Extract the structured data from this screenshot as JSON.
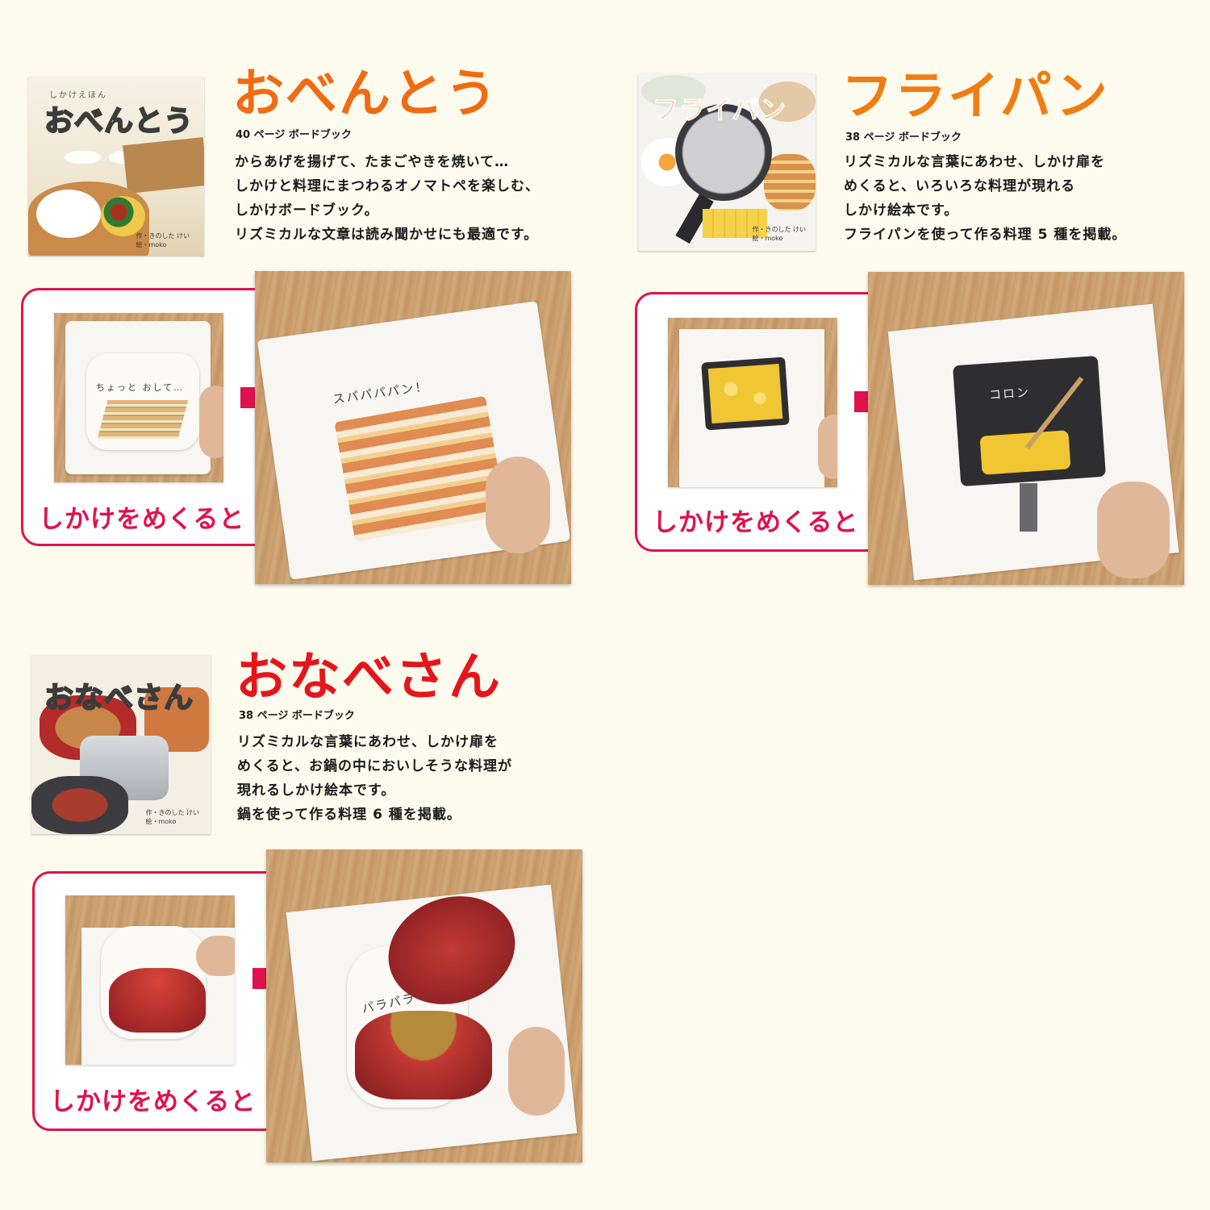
{
  "flip_label": "しかけをめくると",
  "colors": {
    "accent": "#e0124e",
    "bento_title": "#f06b13",
    "frypan_title": "#f07d14",
    "pot_title": "#e4161c",
    "background": "#fdfbed"
  },
  "products": {
    "bento": {
      "title": "おべんとう",
      "meta": "40 ページ ボードブック",
      "cover_series": "しかけえほん",
      "cover_title": "おべんとう",
      "cover_credit": [
        "作・きのした けい",
        "絵・moko"
      ],
      "desc": [
        "からあげを揚げて、たまごやきを焼いて…",
        "しかけと料理にまつわるオノマトペを楽しむ、",
        "しかけボードブック。",
        "リズミカルな文章は読み聞かせにも最適です。"
      ],
      "sfx_before": "ちょっと おして…",
      "sfx_after": "スパパパパン！",
      "arrow_icon": "right-arrow-icon"
    },
    "frypan": {
      "title": "フライパン",
      "meta": "38 ページ ボードブック",
      "cover_title": "フライパン",
      "cover_credit": [
        "作・きのした けい",
        "絵・moko"
      ],
      "desc": [
        "リズミカルな言葉にあわせ、しかけ扉を",
        "めくると、いろいろな料理が現れる",
        "しかけ絵本です。",
        "フライパンを使って作る料理 5 種を掲載。"
      ],
      "sfx_after": "コロン",
      "arrow_icon": "right-arrow-icon"
    },
    "pot": {
      "title": "おなべさん",
      "meta": "38 ページ ボードブック",
      "cover_title": "おなべさん",
      "cover_credit": [
        "作・きのした けい",
        "絵・moko"
      ],
      "desc": [
        "リズミカルな言葉にあわせ、しかけ扉を",
        "めくると、お鍋の中においしそうな料理が",
        "現れるしかけ絵本です。",
        "鍋を使って作る料理 6 種を掲載。"
      ],
      "sfx_after": "パラパラ",
      "arrow_icon": "right-arrow-icon"
    }
  }
}
